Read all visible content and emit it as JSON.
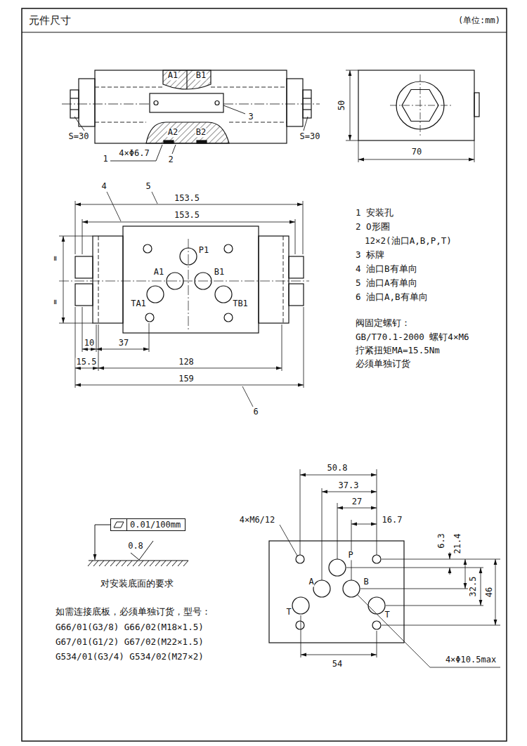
{
  "diagram": {
    "title": "元件尺寸",
    "nodes": [
      {
        "text": [
          "0.01/100mm"
        ]
      }
    ],
    "labels": [
      "(单位:mm)",
      "A1",
      "B1",
      "3",
      "S=30",
      "S=30",
      "A2",
      "B2",
      "1",
      "4×Φ6.7",
      "2",
      "50",
      "70",
      "4",
      "5",
      "153.5",
      "153.5",
      "P1",
      "A1",
      "B1",
      "TA1",
      "TB1",
      "=",
      "=",
      "10",
      "37",
      "15.5",
      "128",
      "159",
      "6",
      "1 安装孔",
      "2 O形圈",
      "12×2(油口A,B,P,T)",
      "3 标牌",
      "4 油口B有单向",
      "5 油口A有单向",
      "6 油口A,B有单向",
      "阀固定螺钉：",
      "GB/T70.1-2000 螺钉4×M6",
      "拧紧扭矩MA=15.5Nm",
      "必须单独订货",
      "50.8",
      "37.3",
      "27",
      "16.7",
      "4×M6/12",
      "6.3",
      "21.4",
      "32.5",
      "46",
      "P",
      "A",
      "B",
      "T",
      "T",
      "4×Φ10.5max",
      "54",
      "0.8",
      "对安装底面的要求",
      "如需连接底板，必须单独订货，型号：",
      "G66/01(G3/8) G66/02(M18×1.5)",
      "G67/01(G1/2) G67/02(M22×1.5)",
      "G534/01(G3/4) G534/02(M27×2)"
    ]
  }
}
